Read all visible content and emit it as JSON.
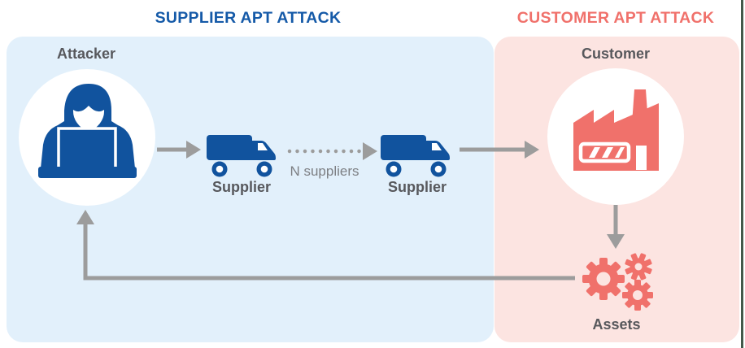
{
  "header": {
    "supplier_title": "SUPPLIER APT ATTACK",
    "customer_title": "CUSTOMER APT ATTACK"
  },
  "nodes": {
    "attacker_label": "Attacker",
    "supplier1_label": "Supplier",
    "supplier2_label": "Supplier",
    "n_suppliers_label": "N suppliers",
    "customer_label": "Customer",
    "assets_label": "Assets"
  },
  "icons": {
    "attacker": "hacker-icon",
    "supplier1": "truck-icon",
    "supplier2": "truck-icon",
    "customer": "factory-icon",
    "assets": "gears-icon"
  },
  "colors": {
    "supplier_accent": "#155aa8",
    "customer_accent": "#f0716b",
    "supplier_panel_bg": "#e2f0fb",
    "customer_panel_bg": "#fce4e1",
    "icon_blue": "#11539e",
    "icon_salmon": "#f0716b",
    "arrow_gray": "#9c9c9c",
    "label_gray": "#57585c",
    "muted_text_gray": "#7d7f83",
    "right_edge_line": "#44584a"
  }
}
